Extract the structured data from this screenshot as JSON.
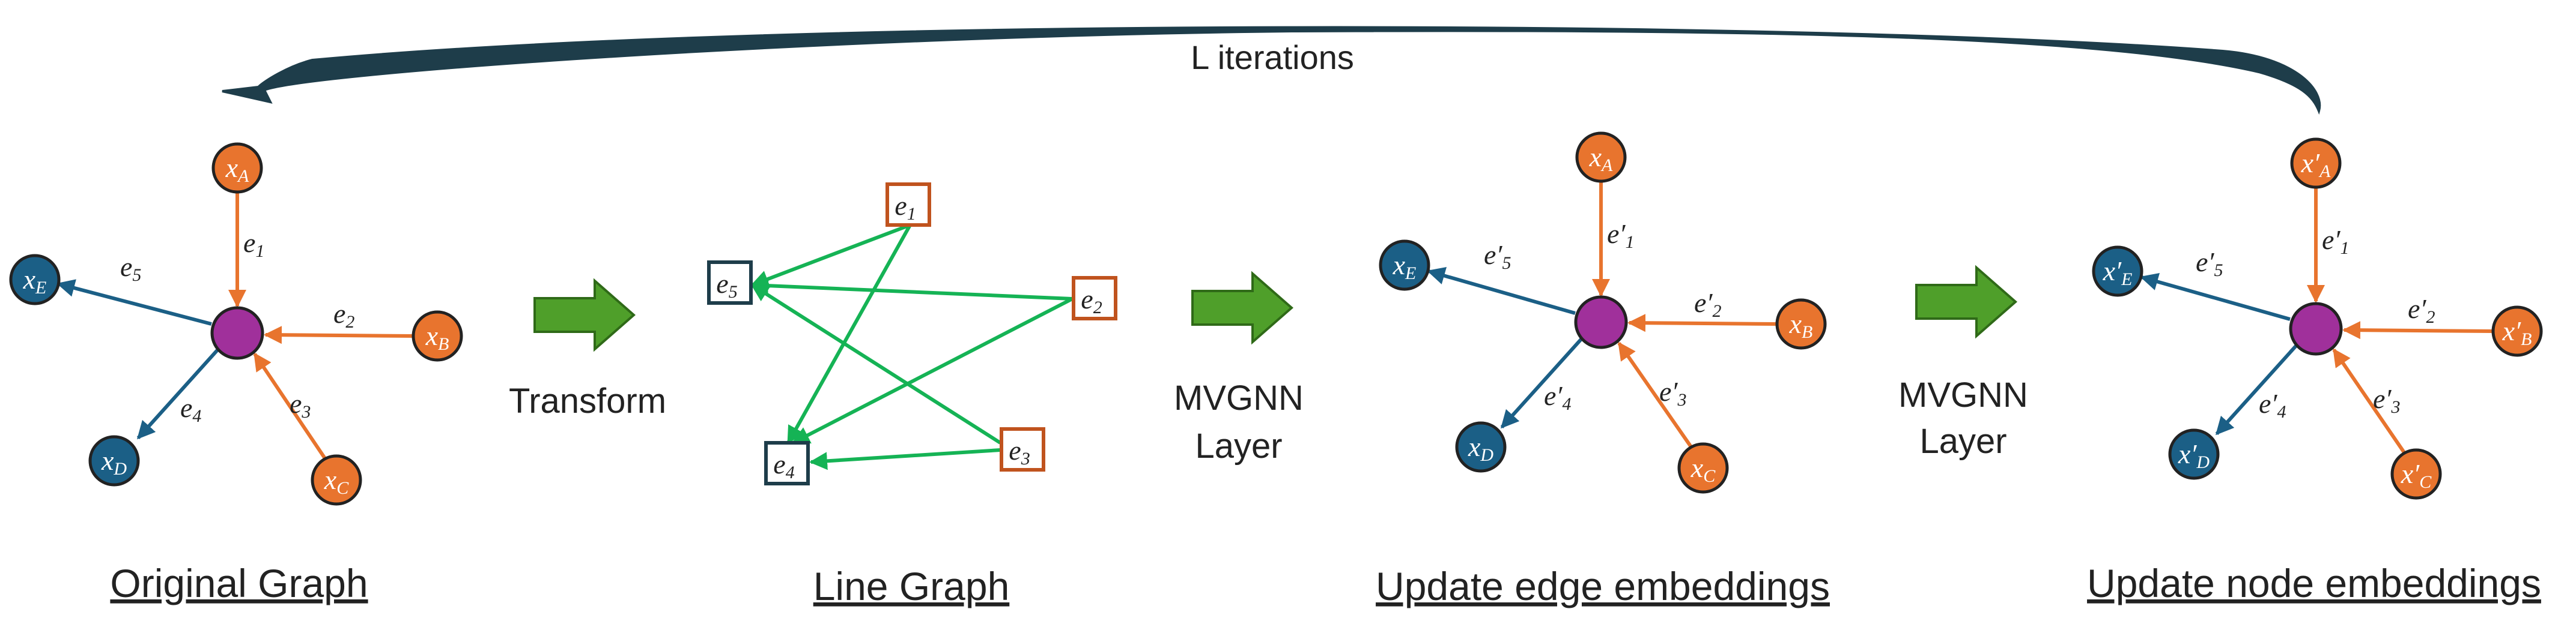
{
  "loop_label": "L iterations",
  "sections": {
    "original_graph": "Original Graph",
    "line_graph": "Line Graph",
    "update_edge": "Update edge embeddings",
    "update_node": "Update node embeddings"
  },
  "arrows": {
    "transform": "Transform",
    "layer1_l1": "MVGNN",
    "layer1_l2": "Layer",
    "layer2_l1": "MVGNN",
    "layer2_l2": "Layer"
  },
  "graph1": {
    "nodes": {
      "A": "x",
      "B": "x",
      "C": "x",
      "D": "x",
      "E": "x"
    },
    "subs": {
      "A": "A",
      "B": "B",
      "C": "C",
      "D": "D",
      "E": "E"
    },
    "edges": {
      "e1": "e",
      "e2": "e",
      "e3": "e",
      "e4": "e",
      "e5": "e"
    },
    "edge_subs": {
      "e1": "1",
      "e2": "2",
      "e3": "3",
      "e4": "4",
      "e5": "5"
    }
  },
  "line_graph": {
    "nodes": {
      "n1": "e",
      "n2": "e",
      "n3": "e",
      "n4": "e",
      "n5": "e"
    },
    "subs": {
      "n1": "1",
      "n2": "2",
      "n3": "3",
      "n4": "4",
      "n5": "5"
    }
  },
  "graph3": {
    "nodes": {
      "A": "x",
      "B": "x",
      "C": "x",
      "D": "x",
      "E": "x"
    },
    "subs": {
      "A": "A",
      "B": "B",
      "C": "C",
      "D": "D",
      "E": "E"
    },
    "edges": {
      "e1": "e′",
      "e2": "e′",
      "e3": "e′",
      "e4": "e′",
      "e5": "e′"
    },
    "edge_subs": {
      "e1": "1",
      "e2": "2",
      "e3": "3",
      "e4": "4",
      "e5": "5"
    }
  },
  "graph4": {
    "nodes": {
      "A": "x′",
      "B": "x′",
      "C": "x′",
      "D": "x′",
      "E": "x′"
    },
    "subs": {
      "A": "A",
      "B": "B",
      "C": "C",
      "D": "D",
      "E": "E"
    },
    "edges": {
      "e1": "e′",
      "e2": "e′",
      "e3": "e′",
      "e4": "e′",
      "e5": "e′"
    },
    "edge_subs": {
      "e1": "1",
      "e2": "2",
      "e3": "3",
      "e4": "4",
      "e5": "5"
    }
  },
  "colors": {
    "orange": "#E8742E",
    "blue": "#1B5F86",
    "purple": "#A0309B",
    "green": "#15B355",
    "arrow_green": "#4F9F2A",
    "dark": "#1E3D4A"
  }
}
